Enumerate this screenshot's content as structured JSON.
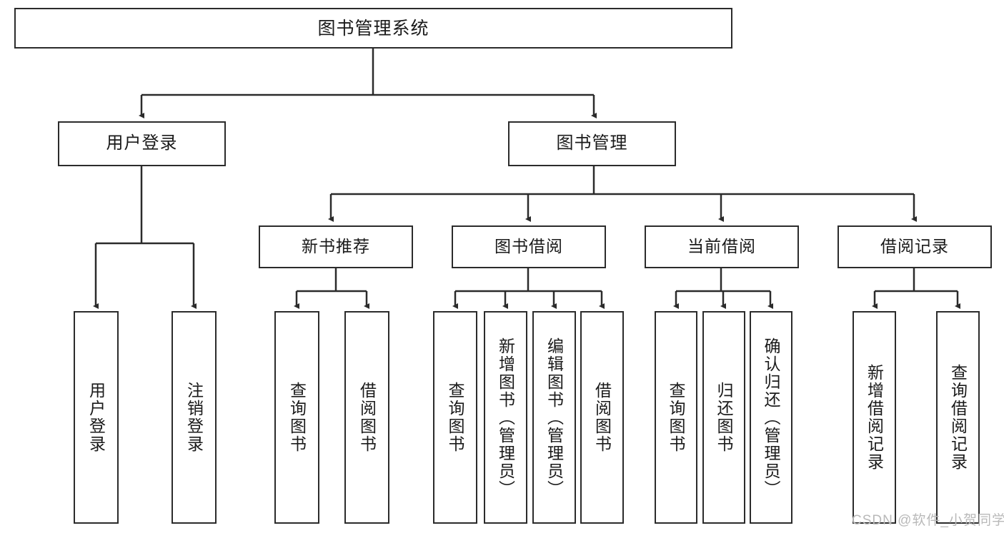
{
  "diagram": {
    "title": "图书管理系统",
    "type": "tree-hierarchy",
    "root": {
      "label": "图书管理系统"
    },
    "level2": [
      {
        "label": "用户登录"
      },
      {
        "label": "图书管理"
      }
    ],
    "level3": [
      {
        "label": "新书推荐"
      },
      {
        "label": "图书借阅"
      },
      {
        "label": "当前借阅"
      },
      {
        "label": "借阅记录"
      }
    ],
    "leaves": {
      "user_login": [
        {
          "label": "用户登录"
        },
        {
          "label": "注销登录"
        }
      ],
      "new_book_recommend": [
        {
          "label": "查询图书"
        },
        {
          "label": "借阅图书"
        }
      ],
      "book_borrow": [
        {
          "label": "查询图书"
        },
        {
          "label": "新增图书（管理员）"
        },
        {
          "label": "编辑图书（管理员）"
        },
        {
          "label": "借阅图书"
        }
      ],
      "current_borrow": [
        {
          "label": "查询图书"
        },
        {
          "label": "归还图书"
        },
        {
          "label": "确认归还（管理员）"
        }
      ],
      "borrow_record": [
        {
          "label": "新增借阅记录"
        },
        {
          "label": "查询借阅记录"
        }
      ]
    }
  },
  "watermark": {
    "text": "CSDN @软件_小贺同学"
  },
  "colors": {
    "stroke": "#2b2b2b",
    "box_fill": "#ffffff",
    "text": "#1a1a1a",
    "watermark": "#b9b9b9"
  }
}
